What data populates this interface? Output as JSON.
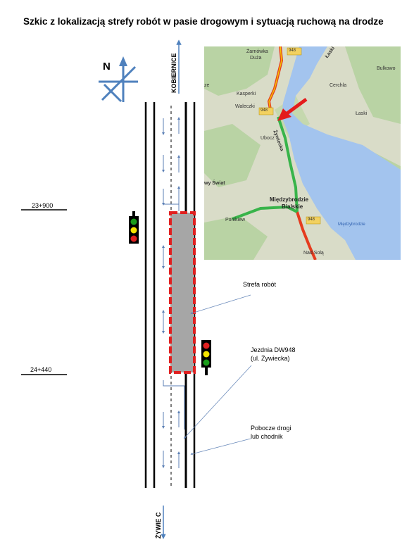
{
  "title": "Szkic z lokalizacją strefy robót w pasie drogowym i sytuacją ruchową na drodze",
  "compass": {
    "north_label": "N",
    "color": "#4f81bd"
  },
  "directions": {
    "top": "KOBIERNICE",
    "bottom": "ŻYWIE C"
  },
  "chainage": {
    "start": "23+900",
    "end": "24+440"
  },
  "labels": {
    "work_zone": "Strefa robót",
    "carriageway_line1": "Jezdnia  DW948",
    "carriageway_line2": "(ul. Żywiecka)",
    "shoulder_line1": "Pobocze drogi",
    "shoulder_line2": "lub chodnik"
  },
  "map": {
    "places": {
      "zarnowka": "Żarnówka",
      "duza": "Duża",
      "kasperki": "Kasperki",
      "waleczki": "Waleczki",
      "cercha": "Cerchla",
      "bulkowo": "Bulkowo",
      "laski_top": "Łaski",
      "laski": "Łaski",
      "ubocz": "Ubocz",
      "zywiecka": "Żywiecka",
      "bywy": "wy Świat",
      "miedzybrodzie1": "Międzybrodzie",
      "miedzybrodzie2": "Bialskie",
      "ponikiew": "Ponikiew",
      "miedzybrodzie_small": "Międzybrodzie",
      "nad_sola": "Nad Solą",
      "ze": "ze",
      "road_948a": "948",
      "road_948b": "948",
      "road_948c": "948"
    }
  },
  "colors": {
    "work_zone_fill": "#a6a6a6",
    "work_zone_border": "#e02020",
    "arrow": "#4f81bd",
    "water": "#a3c4ee",
    "land": "#d9dcc8",
    "forest": "#b9d3a4"
  }
}
